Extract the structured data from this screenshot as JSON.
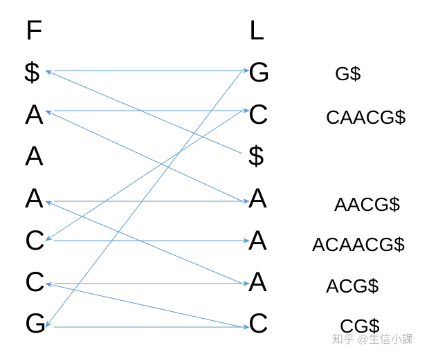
{
  "f_column": {
    "header": "F",
    "items": [
      "$",
      "A",
      "A",
      "A",
      "C",
      "C",
      "G"
    ]
  },
  "l_column": {
    "header": "L",
    "items": [
      "G",
      "C",
      "$",
      "A",
      "A",
      "A",
      "C"
    ]
  },
  "suffixes": [
    "G$",
    "CAACG$",
    "AACG$",
    "ACAACG$",
    "ACG$",
    "CG$"
  ],
  "arrows": [
    {
      "from": "F",
      "from_row": 0,
      "to": "L",
      "to_row": 0
    },
    {
      "from": "F",
      "from_row": 1,
      "to": "L",
      "to_row": 1
    },
    {
      "from": "F",
      "from_row": 3,
      "to": "L",
      "to_row": 3
    },
    {
      "from": "F",
      "from_row": 4,
      "to": "L",
      "to_row": 4
    },
    {
      "from": "F",
      "from_row": 5,
      "to": "L",
      "to_row": 5
    },
    {
      "from": "F",
      "from_row": 6,
      "to": "L",
      "to_row": 6
    },
    {
      "from": "L",
      "from_row": 2,
      "to": "F",
      "to_row": 0
    },
    {
      "from": "L",
      "from_row": 3,
      "to": "F",
      "to_row": 1
    },
    {
      "from": "L",
      "from_row": 5,
      "to": "F",
      "to_row": 3
    },
    {
      "from": "L",
      "from_row": 1,
      "to": "F",
      "to_row": 4
    },
    {
      "from": "L",
      "from_row": 0,
      "to": "F",
      "to_row": 6
    },
    {
      "from": "L",
      "from_row": 6,
      "to": "F",
      "to_row": 5
    }
  ],
  "arrow_color": "#5b9bd5",
  "watermark": "知乎 @生信小課"
}
